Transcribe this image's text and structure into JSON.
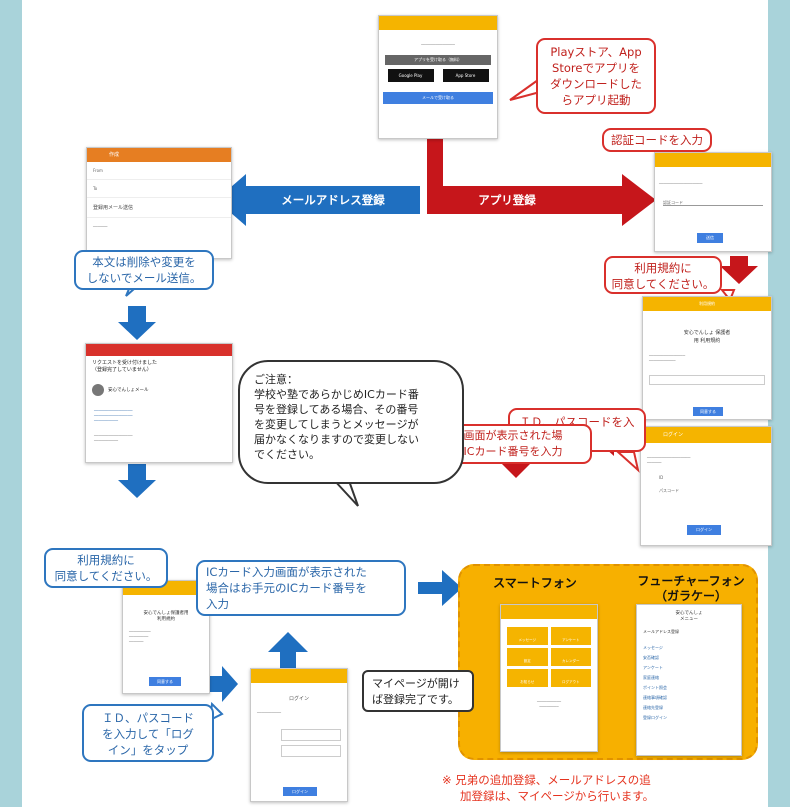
{
  "arrows": {
    "mail_register": "メールアドレス登録",
    "app_register": "アプリ登録"
  },
  "callouts": {
    "store": [
      "Playストア、App",
      "Storeでアプリを",
      "ダウンロードした",
      "らアプリ起動"
    ],
    "auth_code": "認証コードを入力",
    "terms_right": [
      "利用規約に",
      "同意してください。"
    ],
    "id_pass_right": [
      "ＩＤ、パスコードを入",
      "力"
    ],
    "ic_card_red": [
      "ICカード入力画面が表示された場",
      "合はお手元のICカード番号を入力"
    ],
    "mail_body": [
      "本文は削除や変更を",
      "しないでメール送信。"
    ],
    "notice": [
      "ご注意：",
      "学校や塾であらかじめICカード番",
      "号を登録してある場合、その番号",
      "を変更してしまうとメッセージが",
      "届かなくなりますので変更しない",
      "でください。"
    ],
    "terms_left": [
      "利用規約に",
      "同意してください。"
    ],
    "ic_card_blue": [
      "ICカード入力画面が表示された",
      "場合はお手元のICカード番号を",
      "入力"
    ],
    "id_pass_left": [
      "ＩＤ、パスコード",
      "を入力して「ログ",
      "イン」をタップ"
    ],
    "mypage": [
      "マイページが開け",
      "ば登録完了です。"
    ]
  },
  "result": {
    "smartphone": "スマートフォン",
    "feature_phone": [
      "フューチャーフォン",
      "（ガラケー）"
    ]
  },
  "footnote": [
    "※ 兄弟の追加登録、メールアドレスの追",
    "加登録は、マイページから行います。"
  ],
  "screens": {
    "store_btn": "アプリを受け取る（無料）",
    "google_play": "Google Play",
    "app_store": "App Store",
    "mail_btn": "メールで受け取る",
    "mail_title": "作成",
    "mail_from": "From",
    "mail_to": "To",
    "mail_subject": "登録用メール送信",
    "auth_field": "認証コード",
    "auth_btn": "送信",
    "terms_title": "利用規約",
    "terms_heading": [
      "安心でんしょ 保護者",
      "用 利用規約"
    ],
    "terms_btn": "同意する",
    "login_title": "ログイン",
    "login_id": "ID",
    "login_pass": "パスコード",
    "login_btn": "ログイン",
    "inbox_subject": [
      "リクエストを受け付けました",
      "（登録完了していません）"
    ],
    "inbox_sender": "安心でんしょメール",
    "left_terms_title": [
      "安心でんしょ保護者用",
      "利用規約"
    ],
    "left_terms_btn": "同意する",
    "left_login_title": "ログイン",
    "left_login_btn": "ログイン",
    "smart_menu": [
      "メッセージ",
      "アンケート",
      "設定",
      "カレンダー",
      "お知らせ",
      "ログアウト"
    ],
    "fp_title": [
      "安心でんしょ",
      "メニュー"
    ],
    "fp_items": [
      "メールアドレス登録",
      "メッセージ",
      "安否確認",
      "アンケート",
      "家庭連絡",
      "ポイント照会",
      "連絡事項確認",
      "連絡先登録",
      "登録ログイン"
    ]
  },
  "colors": {
    "yellow": "#f5b400",
    "red_arrow": "#c6161b",
    "blue_arrow": "#1f6fc0",
    "result_bg": "#f7b000",
    "footnote": "#e5331f"
  }
}
